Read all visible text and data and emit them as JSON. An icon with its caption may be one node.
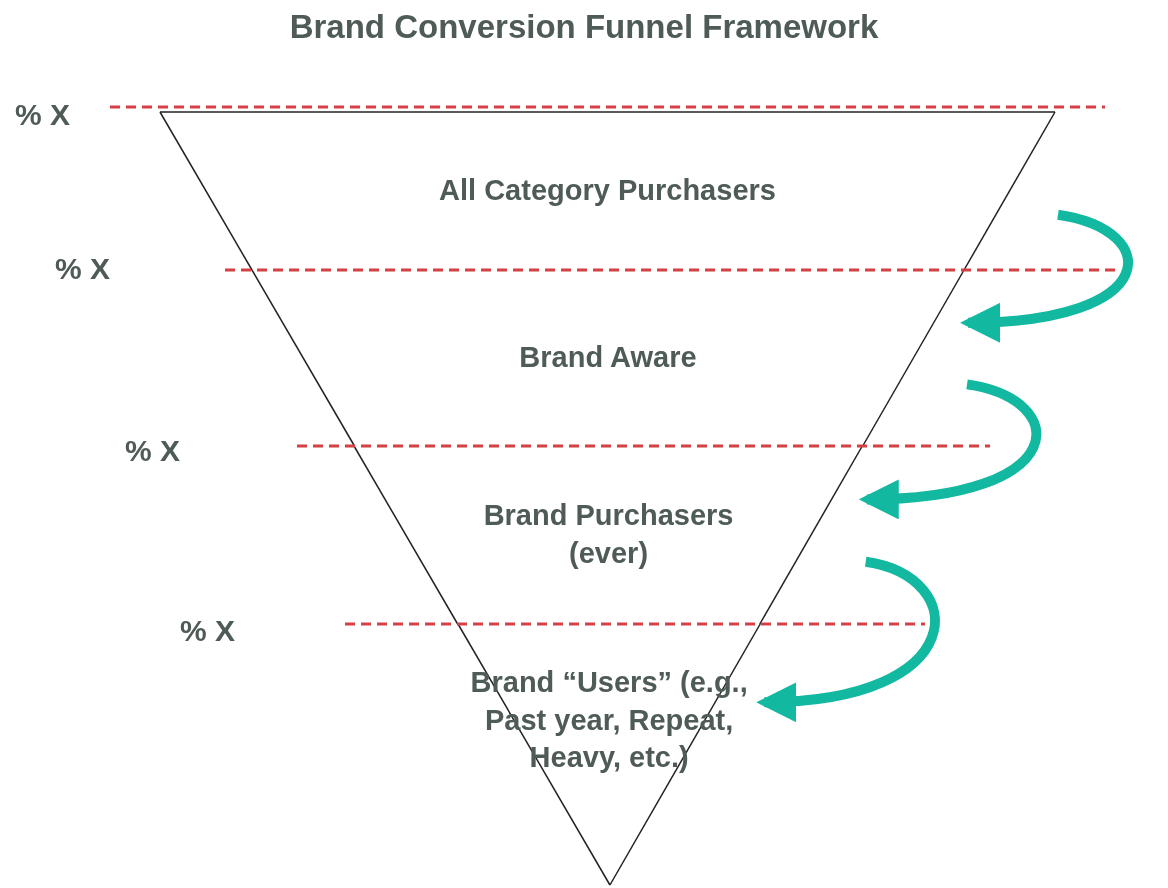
{
  "diagram": {
    "title": "Brand Conversion Funnel Framework",
    "nodes": [
      {
        "text": [
          "All Category Purchasers"
        ]
      },
      {
        "text": [
          "Brand Aware"
        ]
      },
      {
        "text": [
          "Brand Purchasers (ever)"
        ]
      },
      {
        "text": [
          "Brand “Users” (e.g., Past year, Repeat, Heavy, etc.)"
        ]
      }
    ],
    "edges": [
      {
        "from": 0,
        "to": 1,
        "arrow": "to"
      },
      {
        "from": 1,
        "to": 2,
        "arrow": "to"
      },
      {
        "from": 2,
        "to": 3,
        "arrow": "to"
      }
    ],
    "labels": [
      "% X",
      "% X",
      "% X",
      "% X"
    ]
  }
}
